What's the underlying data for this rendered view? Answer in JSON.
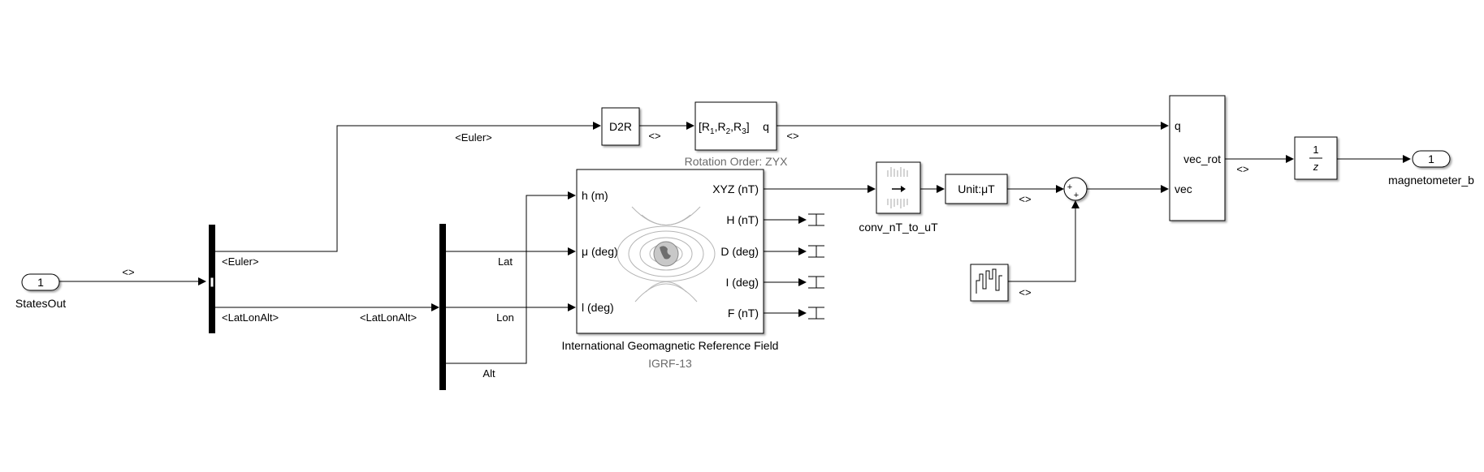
{
  "inport": {
    "number": "1",
    "name": "StatesOut"
  },
  "outport": {
    "number": "1",
    "name": "magnetometer_b"
  },
  "blocks": {
    "d2r": "D2R",
    "angle_to_quat": {
      "text": "[R1,R2,R3]",
      "output": "q",
      "param": "Rotation Order: ZYX"
    },
    "igrf": {
      "name": "International Geomagnetic Reference Field",
      "subtitle": "IGRF-13",
      "inputs": [
        "h (m)",
        "μ (deg)",
        "l (deg)"
      ],
      "outputs": [
        "XYZ (nT)",
        "H (nT)",
        "D (deg)",
        "I (deg)",
        "F (nT)"
      ]
    },
    "conv": {
      "name": "conv_nT_to_uT"
    },
    "unit": "Unit:μT",
    "rotate": {
      "inputs": [
        "q",
        "vec"
      ],
      "output": "vec_rot"
    },
    "delay": {
      "numerator": "1",
      "denominator": "z"
    },
    "sum": {
      "signs": [
        "+",
        "+"
      ]
    }
  },
  "signals": {
    "states_out": "<>",
    "euler_top": "<Euler>",
    "euler_bus": "<Euler>",
    "latlonalt_bus": "<LatLonAlt>",
    "latlonalt_in": "<LatLonAlt>",
    "lat": "Lat",
    "lon": "Lon",
    "alt": "Alt",
    "d2r_out": "<>",
    "q_out": "<>",
    "unit_out": "<>",
    "noise_out": "<>",
    "vec_rot_out": "<>"
  }
}
